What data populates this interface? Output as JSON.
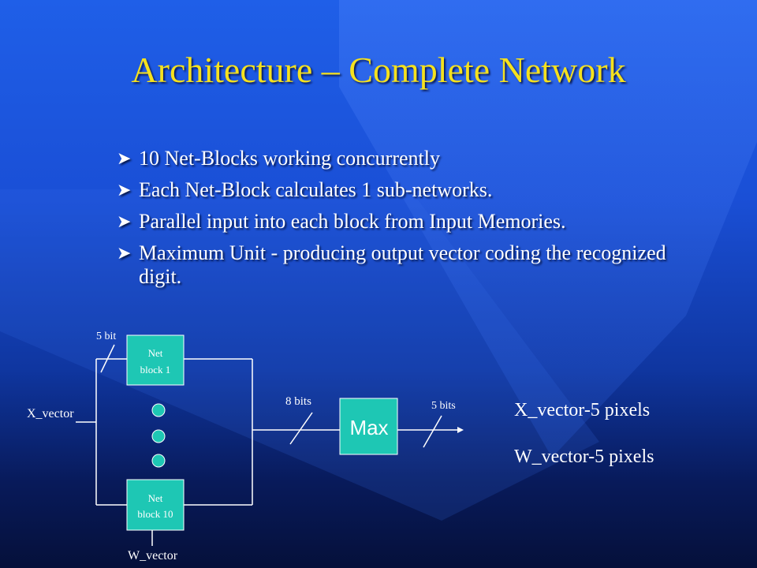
{
  "title": "Architecture – Complete Network",
  "bullets": [
    "10 Net-Blocks working concurrently",
    "Each Net-Block calculates 1 sub-networks.",
    "Parallel input into each block from Input Memories.",
    " Maximum Unit - producing output vector coding the recognized digit."
  ],
  "bullet_icon": "arrow-bullet-icon",
  "diagram": {
    "label_5bit": "5 bit",
    "net_block_1": [
      "Net",
      "block 1"
    ],
    "net_block_10": [
      "Net",
      "block 10"
    ],
    "x_vector": "X_vector",
    "w_vector": "W_vector",
    "label_8bits": "8 bits",
    "label_5bits": "5 bits",
    "max_label": "Max"
  },
  "legend": [
    "X_vector-5 pixels",
    "W_vector-5 pixels"
  ],
  "colors": {
    "title": "#f5e11e",
    "block_fill": "#1ec7b4",
    "dot_fill": "#1ec7b4",
    "background_top": "#1f5fe8",
    "background_bottom": "#05103a"
  }
}
